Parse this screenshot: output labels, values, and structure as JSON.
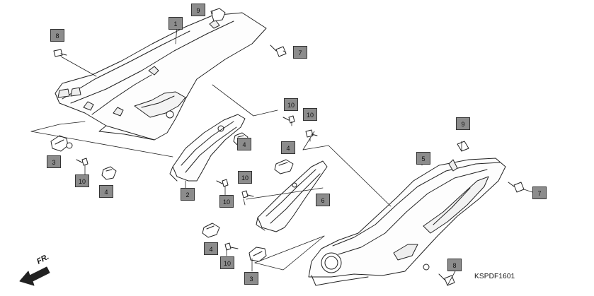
{
  "diagram": {
    "document_code": "KSPDF1601",
    "front_indicator": "FR.",
    "callouts": {
      "c1": "1",
      "c2": "2",
      "c3a": "3",
      "c3b": "3",
      "c4a": "4",
      "c4b": "4",
      "c4c": "4",
      "c5": "5",
      "c6": "6",
      "c7a": "7",
      "c7b": "7",
      "c8a": "8",
      "c8b": "8",
      "c9a": "9",
      "c9b": "9",
      "c10a": "10",
      "c10b": "10",
      "c10c": "10",
      "c10d": "10",
      "c10e": "10"
    }
  }
}
